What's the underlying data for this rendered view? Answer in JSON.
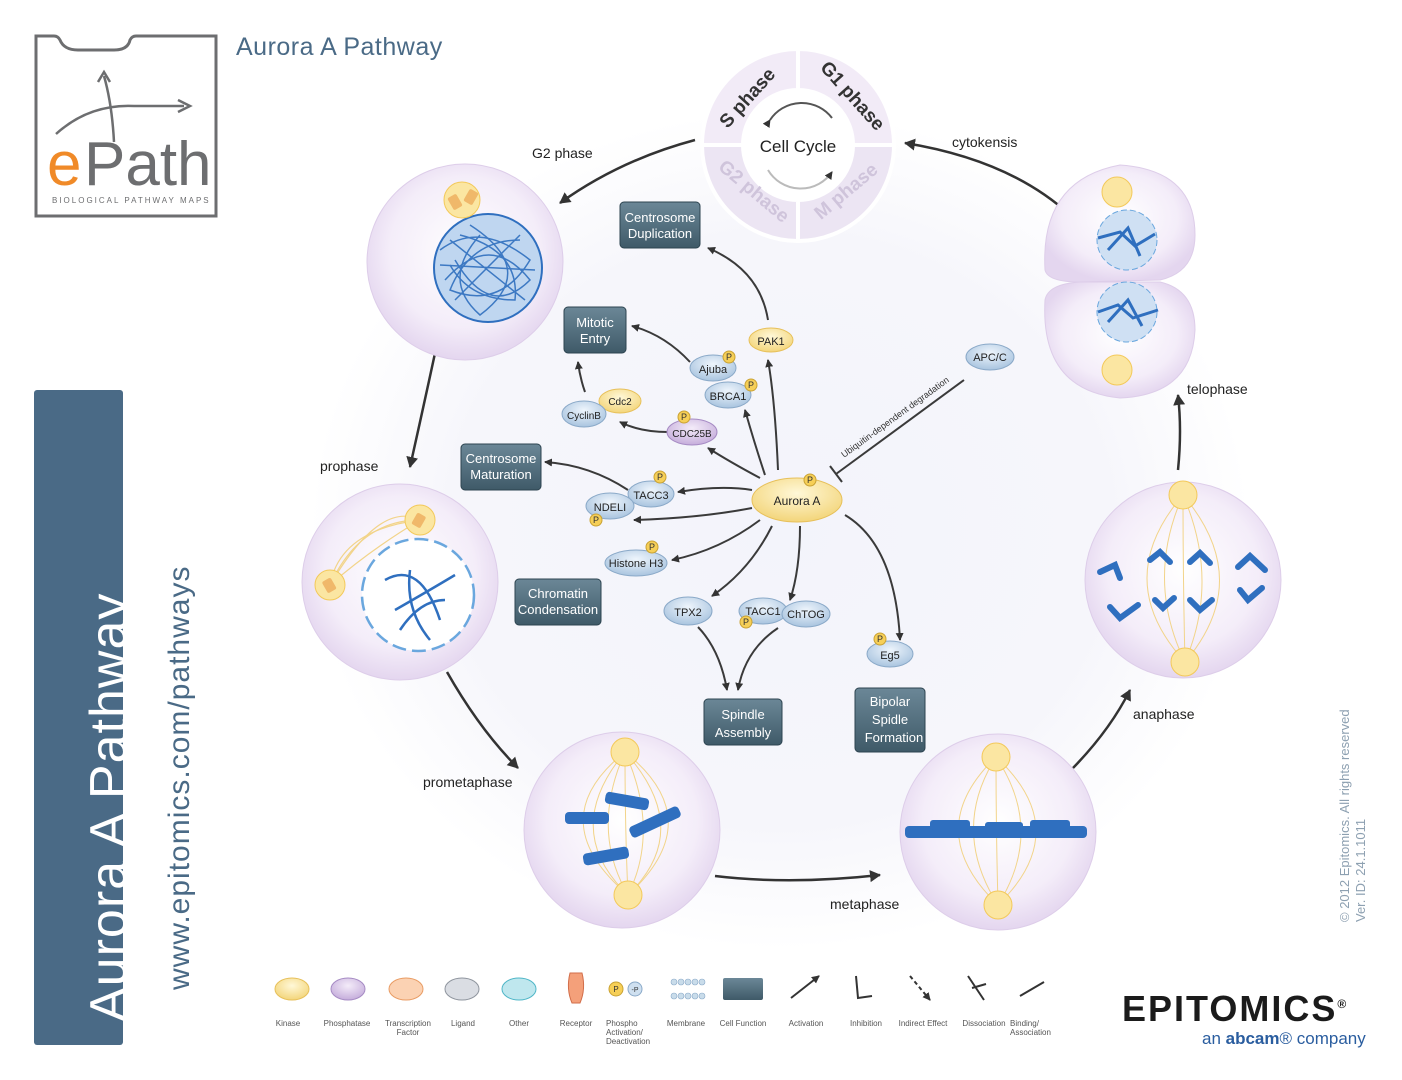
{
  "header": {
    "title": "Aurora A Pathway",
    "logo_e": "e",
    "logo_rest": "Path",
    "logo_sub": "BIOLOGICAL PATHWAY MAPS"
  },
  "sidebar": {
    "band_title": "Aurora A Pathway",
    "url": "www.epitomics.com/pathways"
  },
  "footer": {
    "copyright": "© 2012 Epitomics. All rights reserved",
    "version": "Ver. ID: 24.1.1011",
    "brand": "EPITOMICS",
    "brand_mark": "®",
    "brand_sub_pre": "an ",
    "brand_sub_bold": "abcam",
    "brand_sub_post": "® company"
  },
  "cycle": {
    "center": "Cell Cycle",
    "s_phase": "S phase",
    "g1_phase": "G1 phase",
    "g2_phase": "G2 phase",
    "m_phase": "M phase"
  },
  "phases": {
    "g2": "G2 phase",
    "prophase": "prophase",
    "prometaphase": "prometaphase",
    "metaphase": "metaphase",
    "anaphase": "anaphase",
    "telophase": "telophase",
    "cytokensis": "cytokensis"
  },
  "functions": {
    "centrosome_duplication": [
      "Centrosome",
      "Duplication"
    ],
    "mitotic_entry": [
      "Mitotic",
      "Entry"
    ],
    "centrosome_maturation": [
      "Centrosome",
      "Maturation"
    ],
    "chromatin_condensation": [
      "Chromatin",
      "Condensation"
    ],
    "spindle_assembly": [
      "Spindle",
      "Assembly"
    ],
    "bipolar_spindle": [
      "Bipolar",
      "Spidle",
      "Formation"
    ]
  },
  "nodes": {
    "aurora_a": "Aurora A",
    "pak1": "PAK1",
    "ajuba": "Ajuba",
    "brca1": "BRCA1",
    "cdc2": "Cdc2",
    "cyclinb": "CyclinB",
    "cdc25b": "CDC25B",
    "tacc3": "TACC3",
    "ndeli": "NDELI",
    "histone_h3": "Histone H3",
    "tpx2": "TPX2",
    "tacc1": "TACC1",
    "chtog": "ChTOG",
    "eg5": "Eg5",
    "apcc": "APC/C",
    "phospho": "P",
    "degradation": "Ubiquitin-dependent degradation"
  },
  "legend": {
    "kinase": "Kinase",
    "phosphatase": "Phosphatase",
    "transcription": "Transcription Factor",
    "ligand": "Ligand",
    "other": "Other",
    "receptor": "Receptor",
    "phospho": "Phospho Activation/ Deactivation",
    "membrane": "Membrane",
    "cell_function": "Cell Function",
    "activation": "Activation",
    "inhibition": "Inhibition",
    "indirect": "Indirect Effect",
    "dissociation": "Dissociation",
    "binding": "Binding/ Association",
    "p1": "P",
    "p2": "-P"
  },
  "colors": {
    "band": "#4a6a86",
    "orange": "#f08a28",
    "kinase": "#fbe6a2",
    "protein": "#cfe0f0",
    "function_box": "#53707f",
    "cell": "#efe6f6",
    "chromosome": "#2f6fbf"
  }
}
